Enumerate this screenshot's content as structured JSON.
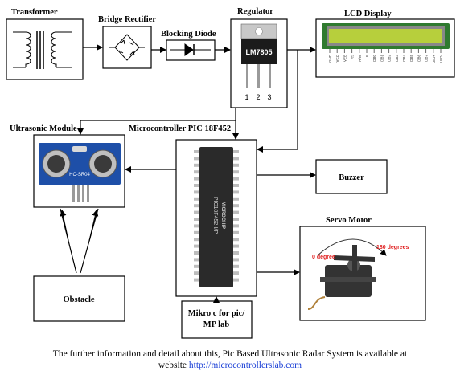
{
  "blocks": {
    "transformer": "Transformer",
    "bridge_rectifier": "Bridge Rectifier",
    "blocking_diode": "Blocking Diode",
    "regulator": "Regulator",
    "regulator_part": "LM7805",
    "regulator_pins": [
      "1",
      "2",
      "3"
    ],
    "lcd_display": "LCD Display",
    "ultrasonic_module": "Ultrasonic Module",
    "ultrasonic_chip_text": "HC-SR04",
    "microcontroller": "Microcontroller PIC 18F452",
    "microcontroller_chip_text": "PIC18F452-I/P",
    "microcontroller_chip_brand": "MICROCHIP",
    "buzzer": "Buzzer",
    "servo_motor": "Servo Motor",
    "servo_angle_start": "0 degree",
    "servo_angle_end": "180 degrees",
    "obstacle": "Obstacle",
    "software_line1": "Mikro c for pic/",
    "software_line2": "MP lab"
  },
  "lcd_pin_labels": [
    "GND",
    "VCC",
    "VEE",
    "RS",
    "R/W",
    "E",
    "DB0",
    "DB1",
    "DB2",
    "DB3",
    "DB4",
    "DB5",
    "DB6",
    "DB7",
    "LED+",
    "LED-"
  ],
  "footer": {
    "line1": "The further information and detail about this, Pic Based Ultrasonic Radar System is available at",
    "prefix": "website ",
    "link": "http://microcontrollerslab.com"
  },
  "colors": {
    "lcd_board": "#2f7a2f",
    "lcd_screen": "#b7cf3c",
    "regulator_body": "#1b1b1b",
    "regulator_tab": "#c8c8c8",
    "chip_body": "#2a2a2a",
    "chip_pins": "#bdbdbd",
    "sensor_board": "#1e4fa8",
    "link": "#1a3fd6"
  }
}
